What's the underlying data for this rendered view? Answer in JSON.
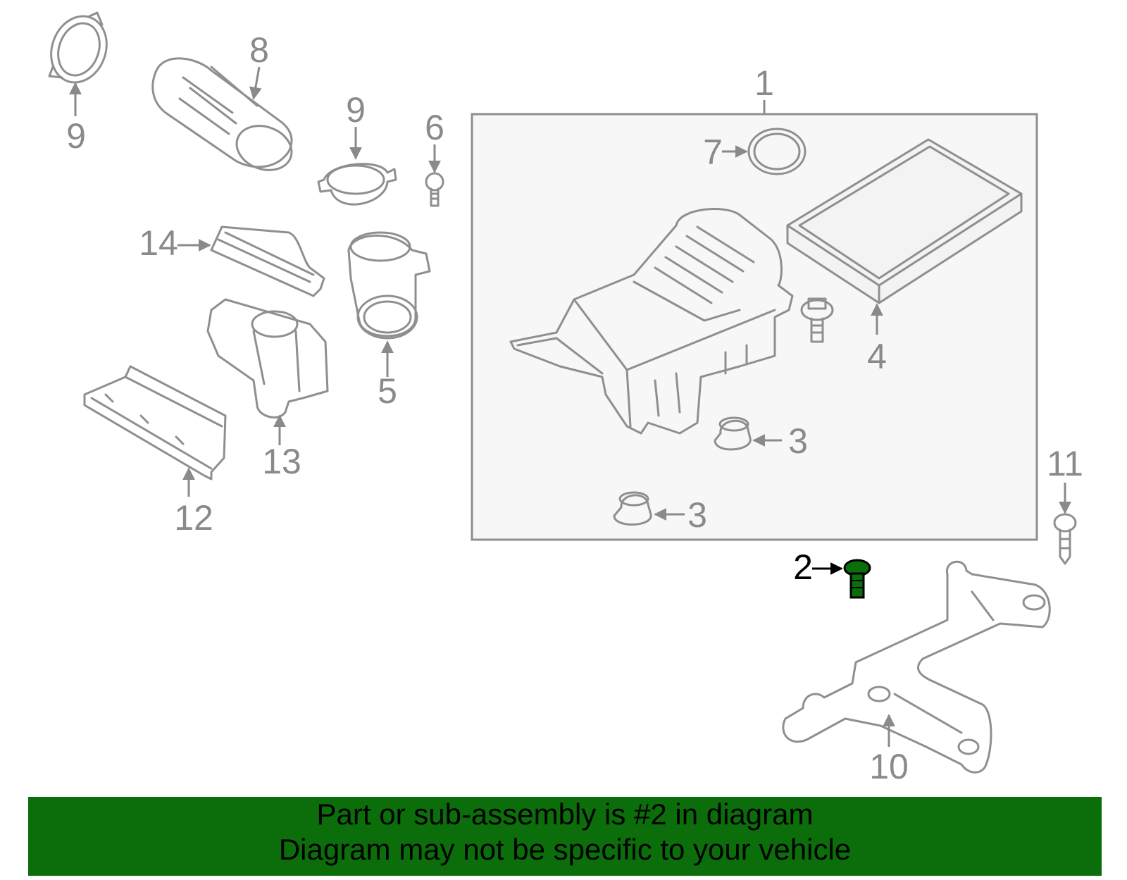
{
  "callouts": {
    "c1": "1",
    "c2": "2",
    "c3a": "3",
    "c3b": "3",
    "c4": "4",
    "c5": "5",
    "c6": "6",
    "c7": "7",
    "c8": "8",
    "c9a": "9",
    "c9b": "9",
    "c10": "10",
    "c11": "11",
    "c12": "12",
    "c13": "13",
    "c14": "14"
  },
  "highlight": {
    "color": "#0b6e0b",
    "part_number": "2"
  },
  "banner": {
    "line1": "Part or sub-assembly is #2 in diagram",
    "line2": "Diagram may not be specific to your vehicle",
    "background": "#0b6e0b"
  }
}
